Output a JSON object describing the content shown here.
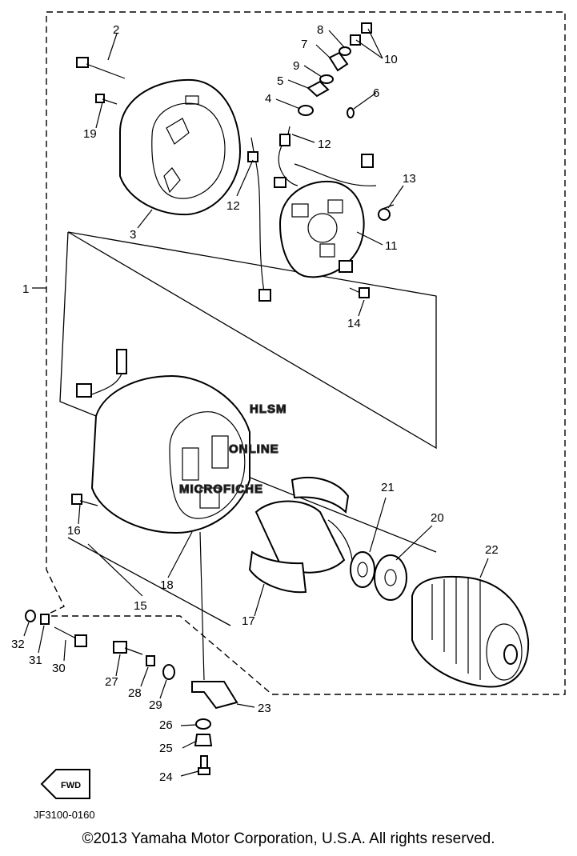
{
  "parts": [
    "1",
    "2",
    "3",
    "4",
    "5",
    "6",
    "7",
    "8",
    "9",
    "10",
    "11",
    "12",
    "12",
    "13",
    "14",
    "15",
    "16",
    "17",
    "18",
    "19",
    "20",
    "21",
    "22",
    "23",
    "24",
    "25",
    "26",
    "27",
    "28",
    "29",
    "30",
    "31",
    "32"
  ],
  "watermark": [
    "HLSM",
    "ONLINE",
    "MICROFICHE"
  ],
  "fwd_label": "FWD",
  "drawing_number": "JF3100-0160",
  "copyright": "©2013 Yamaha Motor Corporation, U.S.A. All rights reserved."
}
